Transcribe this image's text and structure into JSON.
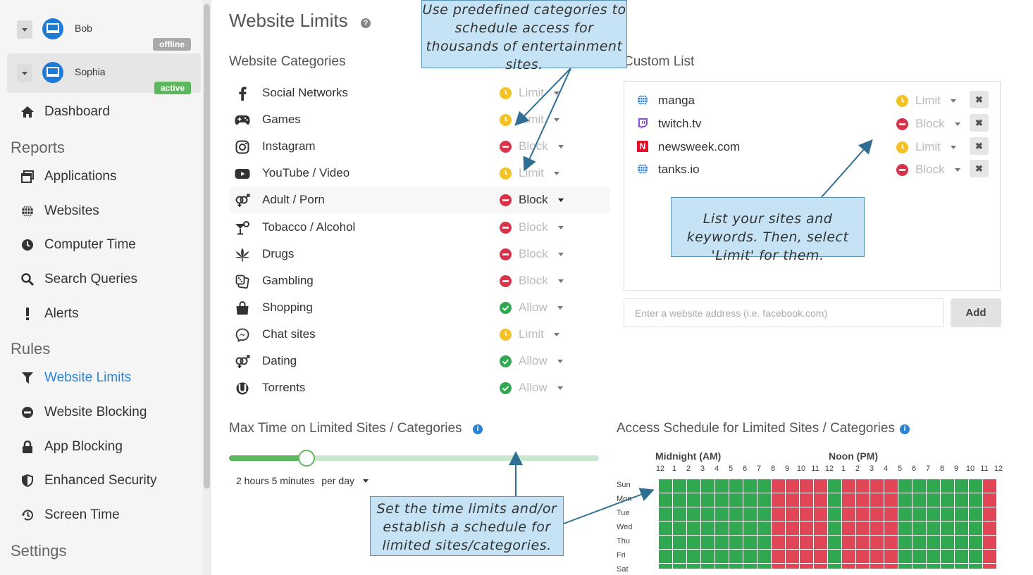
{
  "users": [
    {
      "name": "Bob",
      "status": "offline"
    },
    {
      "name": "Sophia",
      "status": "active"
    }
  ],
  "nav": {
    "dashboard": "Dashboard",
    "reports_header": "Reports",
    "reports": [
      "Applications",
      "Websites",
      "Computer Time",
      "Search Queries",
      "Alerts"
    ],
    "rules_header": "Rules",
    "rules": [
      "Website Limits",
      "Website Blocking",
      "App Blocking",
      "Enhanced Security",
      "Screen Time"
    ],
    "settings_header": "Settings"
  },
  "page": {
    "title": "Website Limits",
    "help_glyph": "?",
    "info_glyph": "i",
    "categories_header": "Website Categories",
    "custom_list_header": "Custom List",
    "max_time_header": "Max Time on Limited Sites / Categories",
    "schedule_header": "Access Schedule for Limited Sites / Categories"
  },
  "categories": [
    {
      "name": "Social Networks",
      "status": "Limit",
      "icon": "facebook-icon"
    },
    {
      "name": "Games",
      "status": "Limit",
      "icon": "gamepad-icon"
    },
    {
      "name": "Instagram",
      "status": "Block",
      "icon": "instagram-icon"
    },
    {
      "name": "YouTube / Video",
      "status": "Limit",
      "icon": "youtube-icon"
    },
    {
      "name": "Adult / Porn",
      "status": "Block",
      "icon": "gender-icon"
    },
    {
      "name": "Tobacco / Alcohol",
      "status": "Block",
      "icon": "cocktail-icon"
    },
    {
      "name": "Drugs",
      "status": "Block",
      "icon": "leaf-icon"
    },
    {
      "name": "Gambling",
      "status": "Block",
      "icon": "dice-icon"
    },
    {
      "name": "Shopping",
      "status": "Allow",
      "icon": "shopping-bag-icon"
    },
    {
      "name": "Chat sites",
      "status": "Limit",
      "icon": "messenger-icon"
    },
    {
      "name": "Dating",
      "status": "Allow",
      "icon": "gender-icon"
    },
    {
      "name": "Torrents",
      "status": "Allow",
      "icon": "utorrent-icon"
    }
  ],
  "custom_list": [
    {
      "name": "manga",
      "status": "Limit",
      "icon": "globe-icon"
    },
    {
      "name": "twitch.tv",
      "status": "Block",
      "icon": "twitch-icon"
    },
    {
      "name": "newsweek.com",
      "status": "Limit",
      "icon": "newsweek-icon"
    },
    {
      "name": "tanks.io",
      "status": "Block",
      "icon": "globe-icon"
    }
  ],
  "remove_glyph": "✖",
  "newsweek_glyph": "N",
  "add_site": {
    "placeholder": "Enter a website address (i.e. facebook.com)",
    "button": "Add"
  },
  "max_time": {
    "value": "2 hours 5 minutes",
    "period": "per day",
    "fraction": 0.21
  },
  "schedule": {
    "midnight_label": "Midnight (AM)",
    "noon_label": "Noon (PM)",
    "hour_labels": [
      "12",
      "1",
      "2",
      "3",
      "4",
      "5",
      "6",
      "7",
      "8",
      "9",
      "10",
      "11",
      "12",
      "1",
      "2",
      "3",
      "4",
      "5",
      "6",
      "7",
      "8",
      "9",
      "10",
      "11",
      "12"
    ],
    "days": [
      "Sun",
      "Mon",
      "Tue",
      "Wed",
      "Thu",
      "Fri",
      "Sat"
    ],
    "pattern": "GGGGGGGGRRRRGRRRRGGGGGGR",
    "colors": {
      "allowed": "#2fa84f",
      "blocked": "#e04655"
    }
  },
  "callouts": {
    "categories": "Use predefined categories to schedule access for thousands of entertainment sites.",
    "custom": "List your sites and keywords. Then, select 'Limit' for them.",
    "time": "Set the time limits and/or establish a schedule for limited sites/categories."
  }
}
